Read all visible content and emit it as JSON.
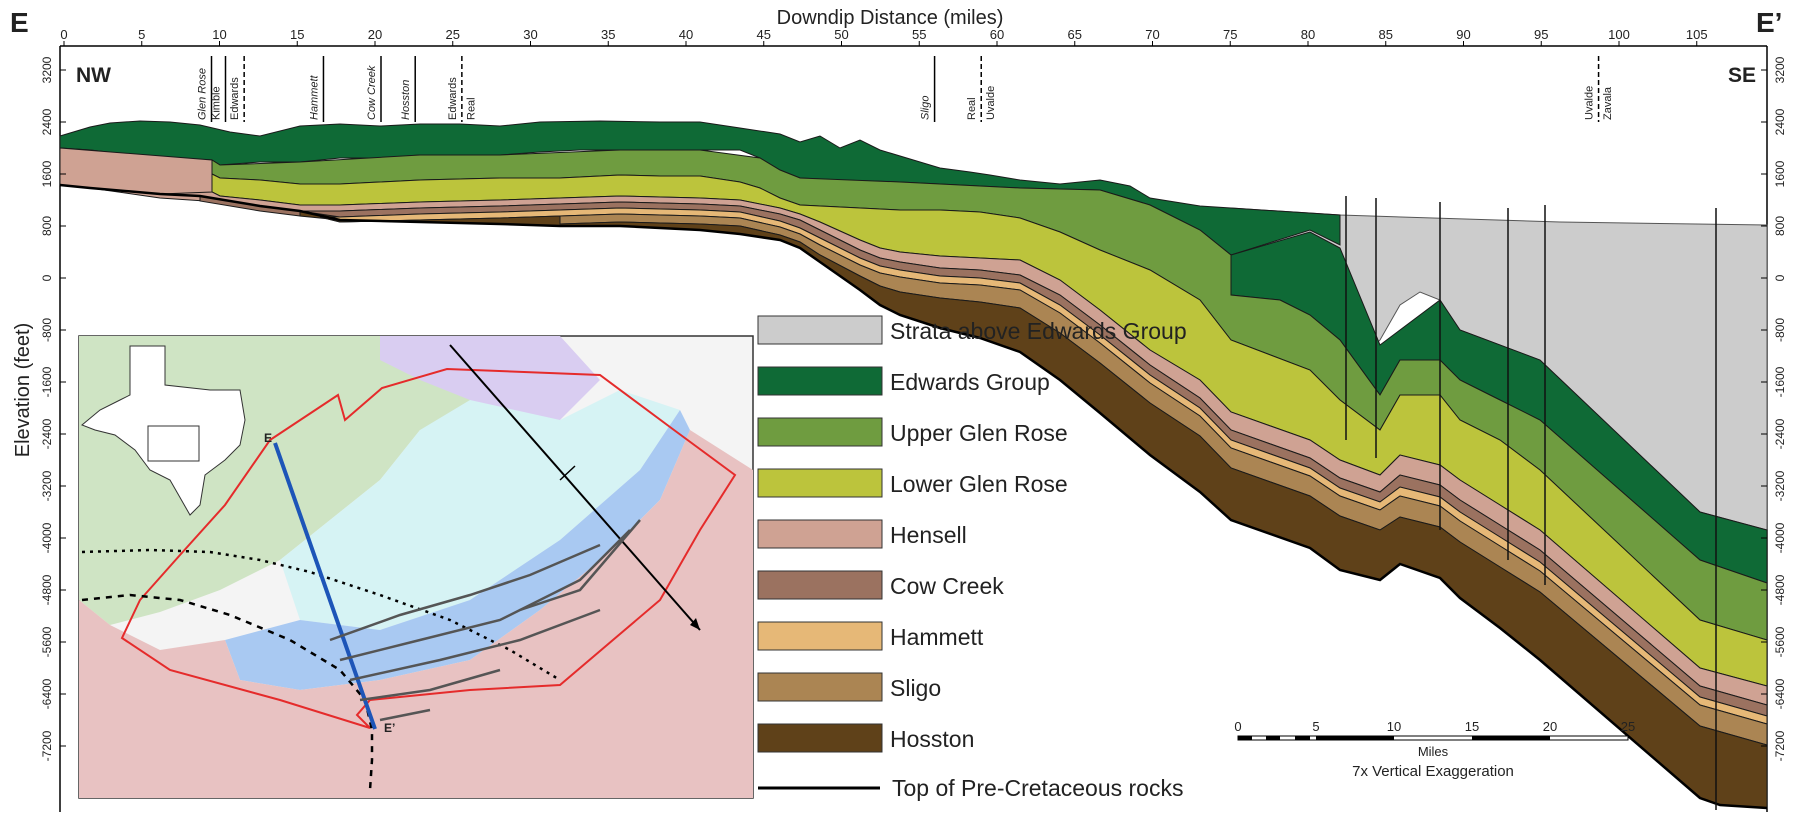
{
  "header": {
    "left_label": "E",
    "right_label": "E’",
    "title": "Downdip Distance (miles)",
    "nw_label": "NW",
    "se_label": "SE"
  },
  "y_axis": {
    "title": "Elevation (feet)",
    "ticks": [
      3200,
      2400,
      1600,
      800,
      0,
      -800,
      -1600,
      -2400,
      -3200,
      -4000,
      -4800,
      -5600,
      -6400,
      -7200
    ]
  },
  "x_axis": {
    "ticks": [
      0,
      5,
      10,
      15,
      20,
      25,
      30,
      35,
      40,
      45,
      50,
      55,
      60,
      65,
      70,
      75,
      80,
      85,
      90,
      95,
      100,
      105
    ]
  },
  "formation_labels": [
    {
      "text": "Glen Rose",
      "mile": 9.1,
      "italic": true,
      "line": "solid"
    },
    {
      "text": "Kimble",
      "mile": 10.0,
      "italic": false,
      "line": "solid"
    },
    {
      "text": "Edwards",
      "mile": 11.2,
      "italic": false,
      "line": "dashed"
    },
    {
      "text": "Hammett",
      "mile": 16.3,
      "italic": true,
      "line": "solid"
    },
    {
      "text": "Cow Creek",
      "mile": 20.0,
      "italic": true,
      "line": "solid"
    },
    {
      "text": "Hosston",
      "mile": 22.2,
      "italic": true,
      "line": "solid"
    },
    {
      "text": "Edwards",
      "mile": 25.2,
      "italic": false,
      "line": "dashed"
    },
    {
      "text": "Real",
      "mile": 26.4,
      "italic": false,
      "line": "none"
    },
    {
      "text": "Sligo",
      "mile": 55.6,
      "italic": true,
      "line": "solid"
    },
    {
      "text": "Real",
      "mile": 58.6,
      "italic": false,
      "line": "dashed"
    },
    {
      "text": "Uvalde",
      "mile": 59.8,
      "italic": false,
      "line": "none"
    },
    {
      "text": "Uvalde",
      "mile": 98.3,
      "italic": false,
      "line": "dashed"
    },
    {
      "text": "Zavala",
      "mile": 99.5,
      "italic": false,
      "line": "none"
    }
  ],
  "legend": [
    {
      "label": "Strata above Edwards Group",
      "color": "#cccccc"
    },
    {
      "label": "Edwards Group",
      "color": "#0f6a36"
    },
    {
      "label": "Upper Glen Rose",
      "color": "#6f9c40"
    },
    {
      "label": "Lower Glen Rose",
      "color": "#bcc43c"
    },
    {
      "label": "Hensell",
      "color": "#cfa293"
    },
    {
      "label": "Cow Creek",
      "color": "#9b7260"
    },
    {
      "label": "Hammett",
      "color": "#e6b877"
    },
    {
      "label": "Sligo",
      "color": "#ab8553"
    },
    {
      "label": "Hosston",
      "color": "#5f4119"
    }
  ],
  "legend_line": {
    "label": "Top of Pre-Cretaceous rocks",
    "color": "#000000"
  },
  "scale_bar": {
    "ticks": [
      "0",
      "5",
      "10",
      "15",
      "20",
      "25"
    ],
    "units": "Miles",
    "exaggeration": "7x Vertical Exaggeration"
  },
  "inset_map": {
    "start_label": "E",
    "end_label": "E’"
  }
}
